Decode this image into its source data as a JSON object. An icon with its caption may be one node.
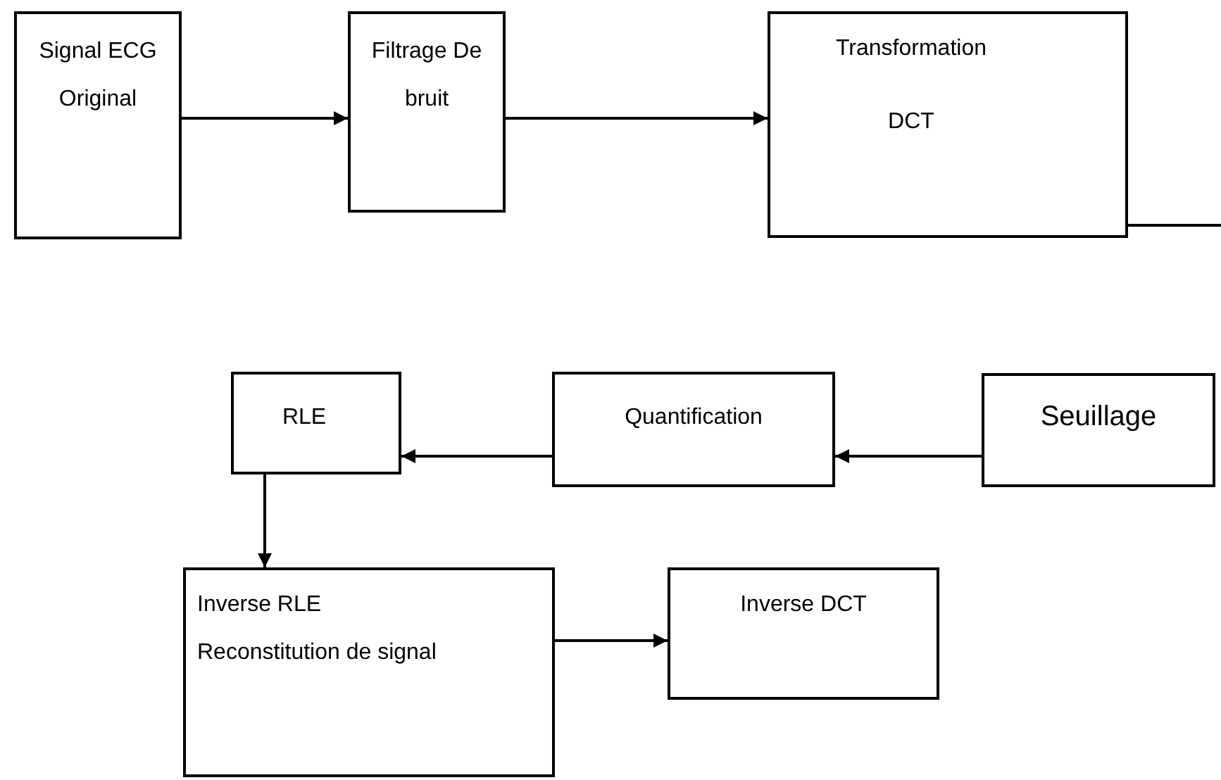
{
  "diagram": {
    "nodes": [
      {
        "text": [
          "Signal ECG Original"
        ]
      },
      {
        "text": [
          "Filtrage De bruit"
        ]
      },
      {
        "text": [
          "Transformation",
          "DCT"
        ]
      },
      {
        "text": [
          "Seuillage"
        ]
      },
      {
        "text": [
          "Quantification"
        ]
      },
      {
        "text": [
          "RLE"
        ]
      },
      {
        "text": [
          "Inverse RLE Reconstitution de signal"
        ]
      },
      {
        "text": [
          "Inverse DCT"
        ]
      }
    ],
    "edges": [
      {
        "from": 0,
        "to": 1,
        "arrow": "to"
      },
      {
        "from": 1,
        "to": 2,
        "arrow": "to"
      },
      {
        "from": 2,
        "to": null,
        "arrow": "none"
      },
      {
        "from": 3,
        "to": 4,
        "arrow": "to"
      },
      {
        "from": 4,
        "to": 5,
        "arrow": "to"
      },
      {
        "from": 5,
        "to": 6,
        "arrow": "to"
      },
      {
        "from": 6,
        "to": 7,
        "arrow": "to"
      }
    ]
  }
}
